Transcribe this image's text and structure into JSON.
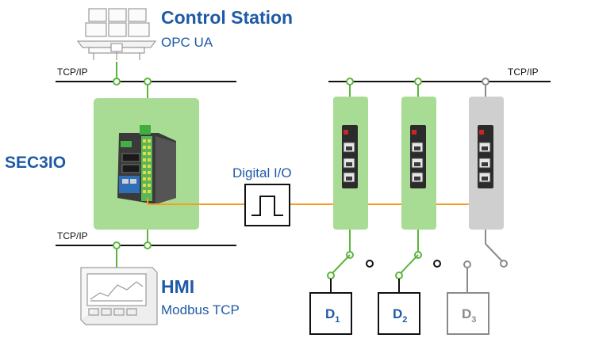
{
  "control_station": {
    "title": "Control Station",
    "subtitle": "OPC UA"
  },
  "hmi": {
    "title": "HMI",
    "subtitle": "Modbus TCP"
  },
  "sec3io": {
    "label": "SEC3IO"
  },
  "network": {
    "top_left_label": "TCP/IP",
    "top_right_label": "TCP/IP",
    "bottom_left_label": "TCP/IP"
  },
  "digital_io": {
    "label": "Digital I/O"
  },
  "devices": [
    {
      "name": "D",
      "sub": "1",
      "state": "active"
    },
    {
      "name": "D",
      "sub": "2",
      "state": "active"
    },
    {
      "name": "D",
      "sub": "3",
      "state": "inactive"
    }
  ],
  "colors": {
    "brand_blue": "#1f5aa6",
    "green_node": "#5bb53b",
    "green_fill": "#a8dc94",
    "orange_line": "#f3a020",
    "gray_node": "#8a8a8a",
    "gray_fill": "#cfcfcf",
    "black": "#111111"
  }
}
